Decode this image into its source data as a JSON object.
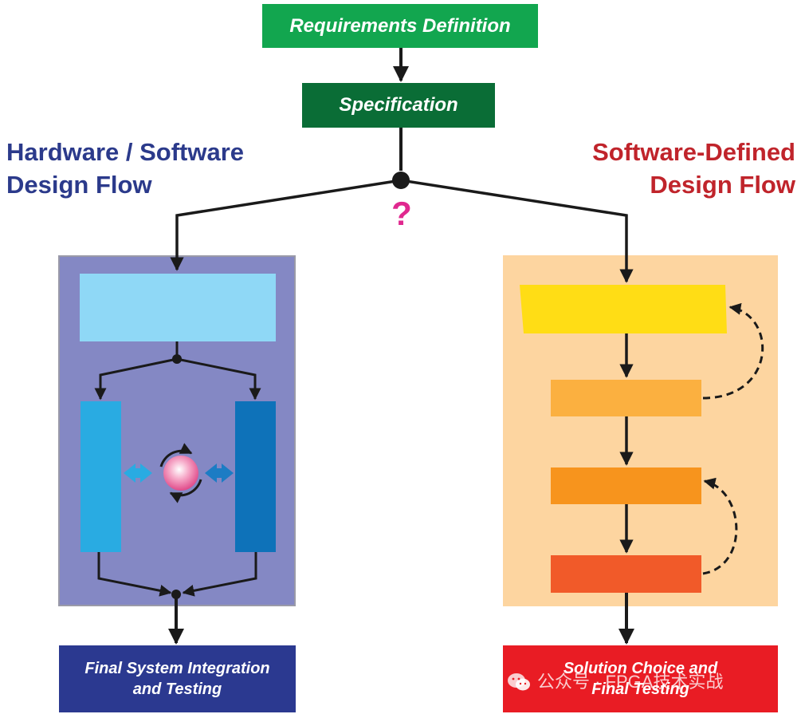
{
  "boxes": {
    "requirements": "Requirements Definition",
    "specification": "Specification",
    "final_hw_line1": "Final System Integration",
    "final_hw_line2": "and Testing",
    "final_sw_line1": "Solution Choice and",
    "final_sw_line2": "Final Testing"
  },
  "titles": {
    "hw_line1": "Hardware / Software",
    "hw_line2": "Design Flow",
    "sw_line1": "Software-Defined",
    "sw_line2": "Design Flow"
  },
  "decision_mark": "?",
  "watermark": "公众号 · FPGA技术实战",
  "colors": {
    "requirements": "#12a64f",
    "specification": "#0a6d36",
    "hw_title": "#2b3a8b",
    "sw_title": "#c0242b",
    "question": "#e0288f",
    "hw_panel": "#8488c4",
    "sw_panel": "#fdd5a0",
    "hw_top_block": "#8fd8f6",
    "hw_left_block": "#29abe2",
    "hw_right_block": "#0e72b9",
    "sw_step1": "#ffdd15",
    "sw_step2": "#fbb040",
    "sw_step3": "#f7941d",
    "sw_step4": "#f15a29",
    "final_hw": "#2b3990",
    "final_sw": "#e91c24"
  }
}
